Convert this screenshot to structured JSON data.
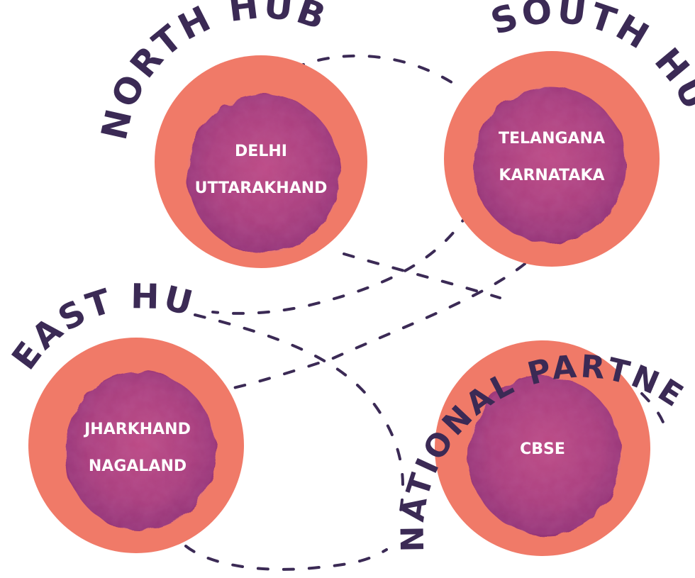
{
  "colors": {
    "ink": "#3b2a55",
    "coral": "#f07a68",
    "plum": "#b0417d",
    "plum_dark": "#8d3278",
    "white": "#ffffff"
  },
  "hubs": [
    {
      "title": "NORTH HUB",
      "states": [
        "DELHI",
        "UTTARAKHAND"
      ]
    },
    {
      "title": "SOUTH HUB",
      "states": [
        "TELANGANA",
        "KARNATAKA"
      ]
    },
    {
      "title": "EAST HUB",
      "states": [
        "JHARKHAND",
        "NAGALAND"
      ]
    },
    {
      "title": "NATIONAL PARTNERSHIPS",
      "states": [
        "CBSE"
      ]
    }
  ]
}
